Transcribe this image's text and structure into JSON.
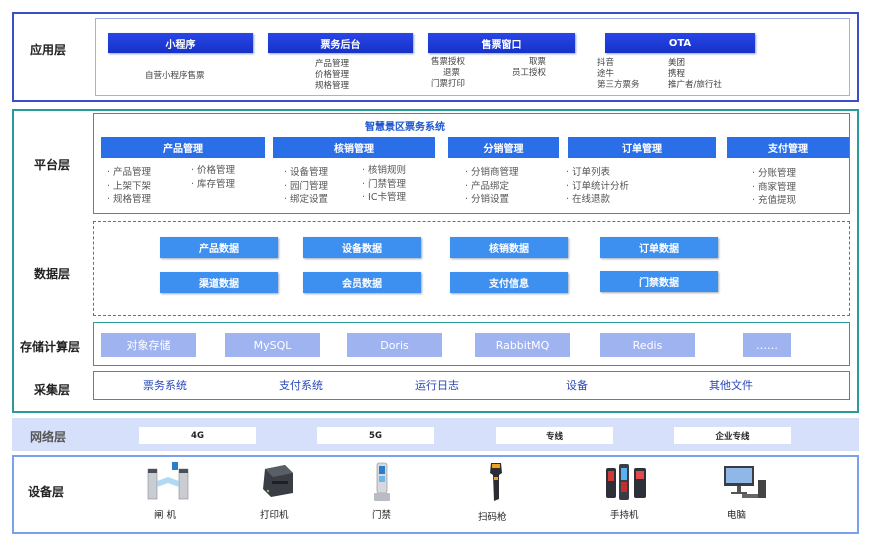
{
  "layers": {
    "application": "应用层",
    "platform": "平台层",
    "data": "数据层",
    "storage": "存储计算层",
    "collection": "采集层",
    "network": "网络层",
    "device": "设备层"
  },
  "application": {
    "mini_program": {
      "title": "小程序",
      "items": [
        "自营小程序售票"
      ]
    },
    "ticket_backend": {
      "title": "票务后台",
      "items": [
        "产品管理",
        "价格管理",
        "规格管理"
      ]
    },
    "ticket_window": {
      "title": "售票窗口",
      "col1": [
        "售票授权",
        "退票",
        "门票打印"
      ],
      "col2": [
        "取票",
        "员工授权"
      ]
    },
    "ota": {
      "title": "OTA",
      "col1": [
        "抖音",
        "途牛",
        "第三方票务"
      ],
      "col2": [
        "美团",
        "携程",
        "推广者/旅行社"
      ]
    }
  },
  "platform": {
    "system_title": "智慧景区票务系统",
    "modules": [
      {
        "title": "产品管理",
        "col1": [
          "产品管理",
          "上架下架",
          "规格管理"
        ],
        "col2": [
          "价格管理",
          "库存管理"
        ]
      },
      {
        "title": "核销管理",
        "col1": [
          "设备管理",
          "园门管理",
          "绑定设置"
        ],
        "col2": [
          "核销规则",
          "门禁管理",
          "IC卡管理"
        ]
      },
      {
        "title": "分销管理",
        "col1": [
          "分销商管理",
          "产品绑定",
          "分销设置"
        ]
      },
      {
        "title": "订单管理",
        "col1": [
          "订单列表",
          "订单统计分析",
          "在线退款"
        ]
      },
      {
        "title": "支付管理",
        "col1": [
          "分账管理",
          "商家管理",
          "充值提现"
        ]
      }
    ]
  },
  "data_layer": {
    "items": [
      "产品数据",
      "设备数据",
      "核销数据",
      "订单数据",
      "渠道数据",
      "会员数据",
      "支付信息",
      "门禁数据"
    ]
  },
  "storage": {
    "items": [
      "对象存储",
      "MySQL",
      "Doris",
      "RabbitMQ",
      "Redis",
      "……"
    ]
  },
  "collection": {
    "items": [
      "票务系统",
      "支付系统",
      "运行日志",
      "设备",
      "其他文件"
    ]
  },
  "network": {
    "items": [
      "4G",
      "5G",
      "专线",
      "企业专线"
    ]
  },
  "devices": {
    "items": [
      {
        "label": "闸 机",
        "icon": "turnstile-icon"
      },
      {
        "label": "打印机",
        "icon": "printer-icon"
      },
      {
        "label": "门禁",
        "icon": "access-control-icon"
      },
      {
        "label": "扫码枪",
        "icon": "barcode-scanner-icon"
      },
      {
        "label": "手持机",
        "icon": "handheld-terminal-icon"
      },
      {
        "label": "电脑",
        "icon": "computer-icon"
      }
    ]
  }
}
